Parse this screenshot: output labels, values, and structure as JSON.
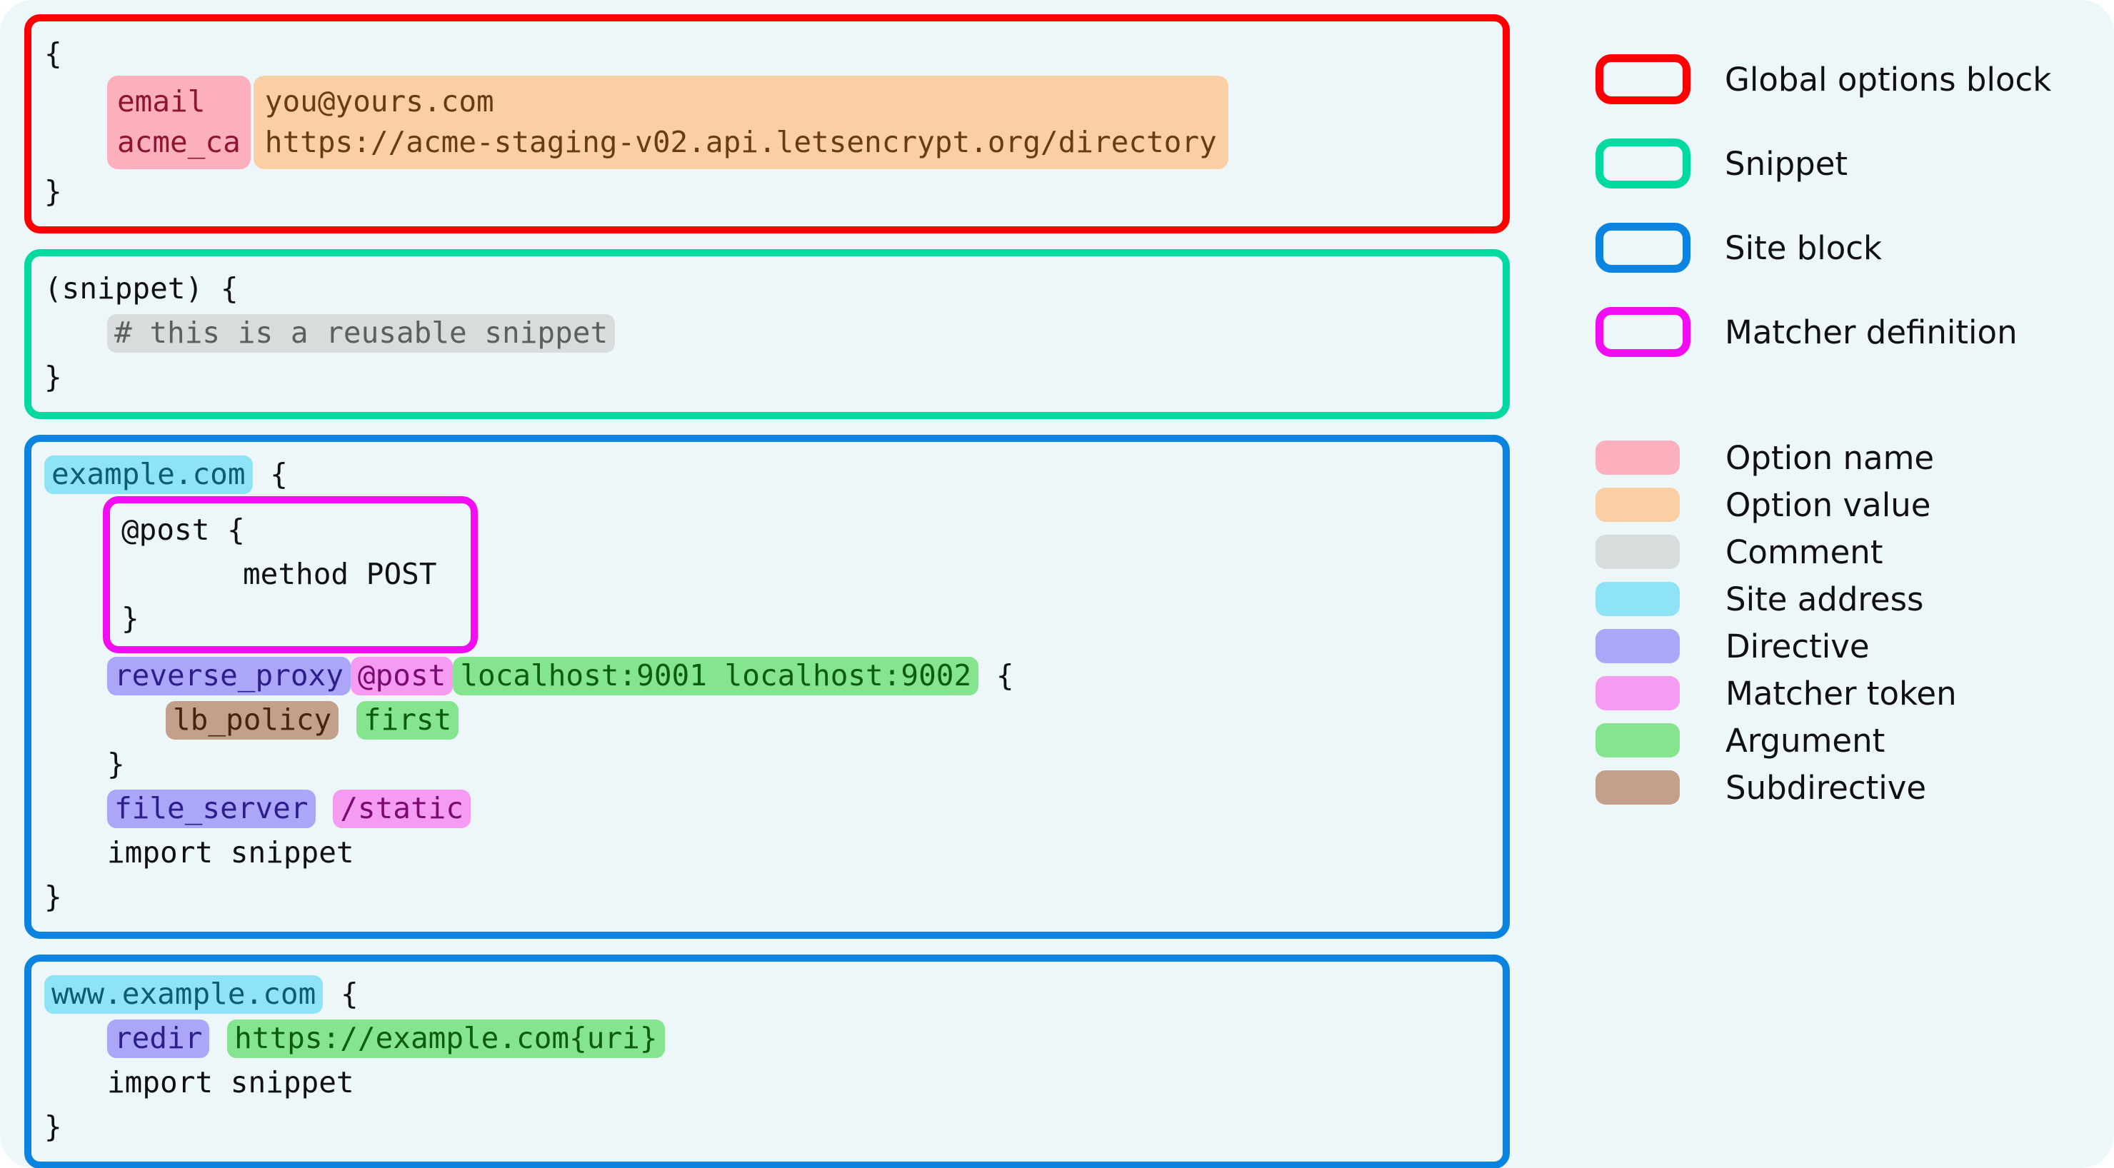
{
  "theme": {
    "page_background": "#edf7fa",
    "global_block_color": "#ff0000",
    "snippet_block_color": "#00d9a0",
    "site_block_color": "#0a84e0",
    "matcher_block_color": "#f20cf2",
    "option_name_color": "#fcb0bd",
    "option_value_color": "#f9cfa3",
    "comment_color": "#d8dcdc",
    "site_address_color": "#8fe3f7",
    "directive_color": "#aba6f7",
    "matcher_token_color": "#f59cf2",
    "argument_color": "#84e58e",
    "subdirective_color": "#c3a08c"
  },
  "code": {
    "global_block": {
      "open_brace": "{",
      "close_brace": "}",
      "options": [
        {
          "name": "email",
          "value": "you@yours.com"
        },
        {
          "name": "acme_ca",
          "value": "https://acme-staging-v02.api.letsencrypt.org/directory"
        }
      ]
    },
    "snippet_block": {
      "header": "(snippet) {",
      "comment": "# this is a reusable snippet",
      "close_brace": "}"
    },
    "site_block": {
      "address": "example.com",
      "open_brace": "{",
      "matcher_definition": {
        "header": "@post {",
        "body": "method POST",
        "close_brace": "}"
      },
      "reverse_proxy": {
        "directive": "reverse_proxy",
        "matcher": "@post",
        "argument": "localhost:9001 localhost:9002",
        "open_brace": "{",
        "subdirective": "lb_policy",
        "subdirective_argument": "first",
        "close_brace": "}"
      },
      "file_server": {
        "directive": "file_server",
        "matcher": "/static"
      },
      "import": "import snippet",
      "close_brace": "}"
    },
    "www_site_block": {
      "address": "www.example.com",
      "open_brace": "{",
      "redir": {
        "directive": "redir",
        "argument": "https://example.com{uri}"
      },
      "import": "import snippet",
      "close_brace": "}"
    }
  },
  "legend": {
    "outline_items": [
      {
        "label": "Global options block",
        "color": "#ff0000"
      },
      {
        "label": "Snippet",
        "color": "#00d9a0"
      },
      {
        "label": "Site block",
        "color": "#0a84e0"
      },
      {
        "label": "Matcher definition",
        "color": "#f20cf2"
      }
    ],
    "swatch_items": [
      {
        "label": "Option name",
        "color": "#fcb0bd"
      },
      {
        "label": "Option value",
        "color": "#f9cfa3"
      },
      {
        "label": "Comment",
        "color": "#d8dcdc"
      },
      {
        "label": "Site address",
        "color": "#8fe3f7"
      },
      {
        "label": "Directive",
        "color": "#aba6f7"
      },
      {
        "label": "Matcher token",
        "color": "#f59cf2"
      },
      {
        "label": "Argument",
        "color": "#84e58e"
      },
      {
        "label": "Subdirective",
        "color": "#c3a08c"
      }
    ]
  }
}
